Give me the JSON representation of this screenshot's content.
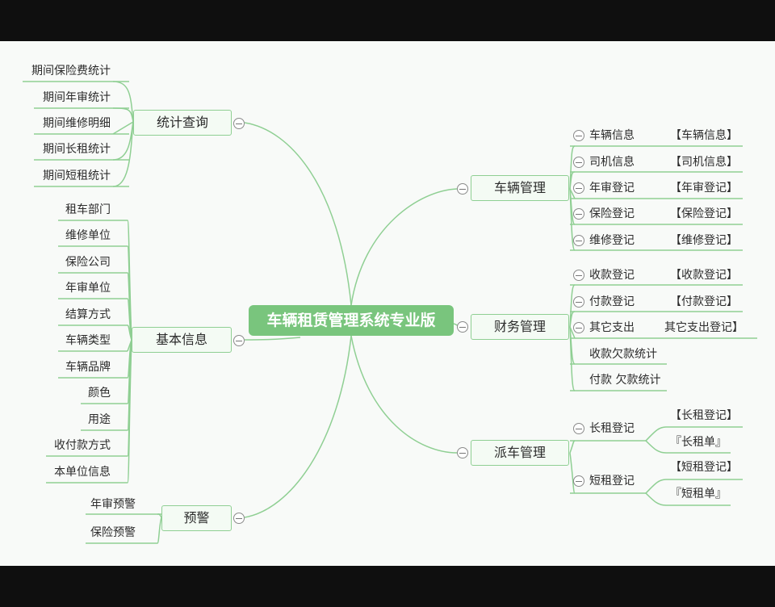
{
  "center": "车辆租赁管理系统专业版",
  "left_branches": {
    "stats": {
      "label": "统计查询",
      "items": [
        "期间保险费统计",
        "期间年审统计",
        "期间维修明细",
        "期间长租统计",
        "期间短租统计"
      ]
    },
    "basic": {
      "label": "基本信息",
      "items": [
        "租车部门",
        "维修单位",
        "保险公司",
        "年审单位",
        "结算方式",
        "车辆类型",
        "车辆品牌",
        "颜色",
        "用途",
        "收付款方式",
        "本单位信息"
      ]
    },
    "warning": {
      "label": "预警",
      "items": [
        "年审预警",
        "保险预警"
      ]
    }
  },
  "right_branches": {
    "vehicle": {
      "label": "车辆管理",
      "items": [
        {
          "name": "车辆信息",
          "tag": "【车辆信息】"
        },
        {
          "name": "司机信息",
          "tag": "【司机信息】"
        },
        {
          "name": "年审登记",
          "tag": "【年审登记】"
        },
        {
          "name": "保险登记",
          "tag": "【保险登记】"
        },
        {
          "name": "维修登记",
          "tag": "【维修登记】"
        }
      ]
    },
    "finance": {
      "label": "财务管理",
      "items": [
        {
          "name": "收款登记",
          "tag": "【收款登记】"
        },
        {
          "name": "付款登记",
          "tag": "【付款登记】"
        },
        {
          "name": "其它支出",
          "tag": "其它支出登记】"
        },
        {
          "name": "收款欠款统计",
          "tag": ""
        },
        {
          "name": "付款 欠款统计",
          "tag": ""
        }
      ]
    },
    "dispatch": {
      "label": "派车管理",
      "items": [
        {
          "name": "长租登记",
          "tags": [
            "【长租登记】",
            "『长租单』"
          ]
        },
        {
          "name": "短租登记",
          "tags": [
            "【短租登记】",
            "『短租单』"
          ]
        }
      ]
    }
  },
  "colors": {
    "line": "#8fcf93",
    "center_fill": "#79c57d",
    "box_fill": "#f4fbf4"
  }
}
